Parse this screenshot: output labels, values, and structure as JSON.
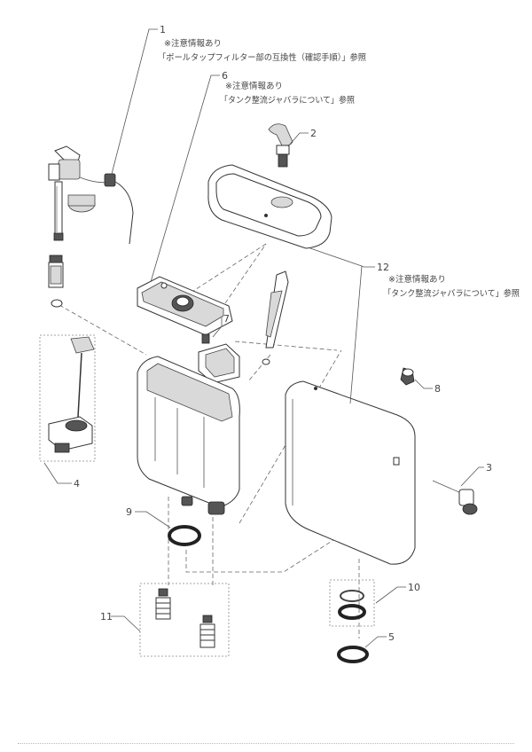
{
  "parts": {
    "p1": {
      "num": "1"
    },
    "p2": {
      "num": "2"
    },
    "p3": {
      "num": "3"
    },
    "p4": {
      "num": "4"
    },
    "p5": {
      "num": "5"
    },
    "p6": {
      "num": "6"
    },
    "p7": {
      "num": "7"
    },
    "p8": {
      "num": "8"
    },
    "p9": {
      "num": "9"
    },
    "p10": {
      "num": "10"
    },
    "p11": {
      "num": "11"
    },
    "p12": {
      "num": "12"
    }
  },
  "notes": {
    "n1": {
      "line1": "※注意情報あり",
      "line2": "「ボールタップフィルター部の互換性（確認手順）」参照"
    },
    "n6": {
      "line1": "※注意情報あり",
      "line2": "「タンク整流ジャバラについて」参照"
    },
    "n12": {
      "line1": "※注意情報あり",
      "line2": "「タンク整流ジャバラについて」参照"
    }
  },
  "colors": {
    "line": "#333333",
    "shade": "#d9d9d9"
  }
}
